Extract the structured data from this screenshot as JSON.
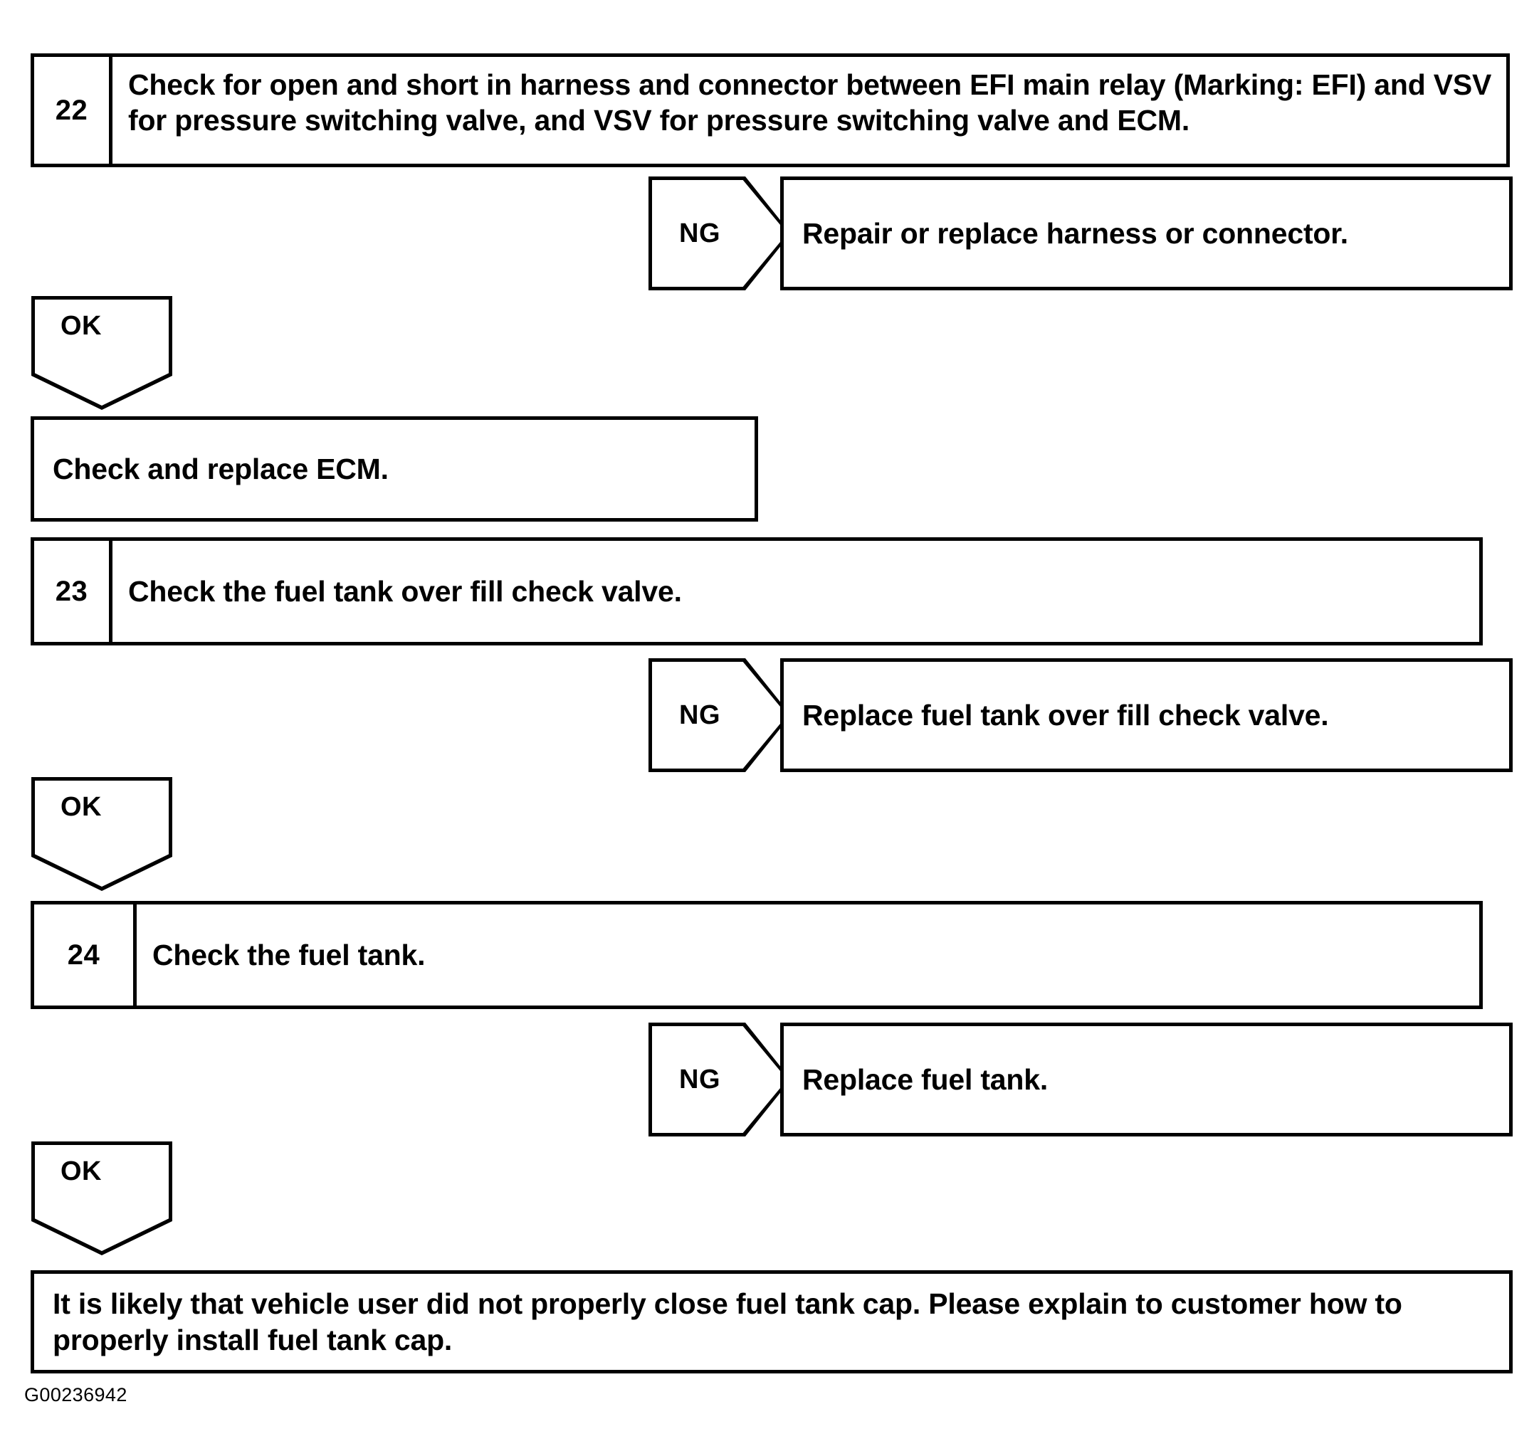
{
  "figure": {
    "code": "G00236942",
    "kind": "troubleshooting-flowchart"
  },
  "steps": [
    {
      "number": "22",
      "instruction": "Check for open and short in harness and connector between EFI main relay (Marking: EFI) and VSV for pressure switching valve, and VSV for pressure switching valve and ECM.",
      "ng_label": "NG",
      "ng_action": "Repair or replace harness or connector.",
      "ok_label": "OK",
      "ok_action": "Check and replace ECM."
    },
    {
      "number": "23",
      "instruction": "Check the fuel tank over fill check valve.",
      "ng_label": "NG",
      "ng_action": "Replace fuel tank over fill check valve.",
      "ok_label": "OK",
      "ok_action": ""
    },
    {
      "number": "24",
      "instruction": "Check the fuel tank.",
      "ng_label": "NG",
      "ng_action": "Replace fuel tank.",
      "ok_label": "OK",
      "ok_action": ""
    }
  ],
  "conclusion": {
    "ok_label": "OK",
    "text": "It is likely that vehicle user did not properly close fuel tank cap. Please explain to customer how to properly install fuel tank cap."
  }
}
